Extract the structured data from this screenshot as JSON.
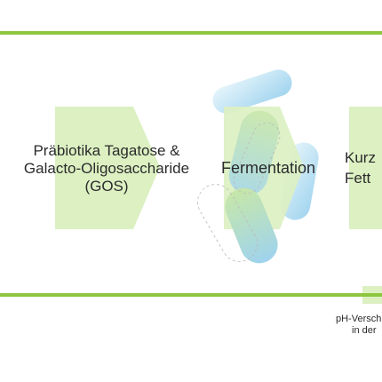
{
  "colors": {
    "accent_green": "#8dc63f",
    "arrow_fill": "#dcf0c2",
    "bacteria_blue": "#a9d8ef",
    "text": "#2b2b2b"
  },
  "icons": [
    "chevron-arrow",
    "bacteria-rod"
  ],
  "steps": [
    {
      "lines": [
        "Präbiotika Tagatose &",
        "Galacto-Oligosaccharide",
        "(GOS)"
      ]
    },
    {
      "lines": [
        "Fermentation"
      ]
    },
    {
      "lines": [
        "Kurz",
        "Fett"
      ]
    }
  ],
  "note": {
    "lines": [
      "pH-Versch",
      "in der"
    ]
  }
}
